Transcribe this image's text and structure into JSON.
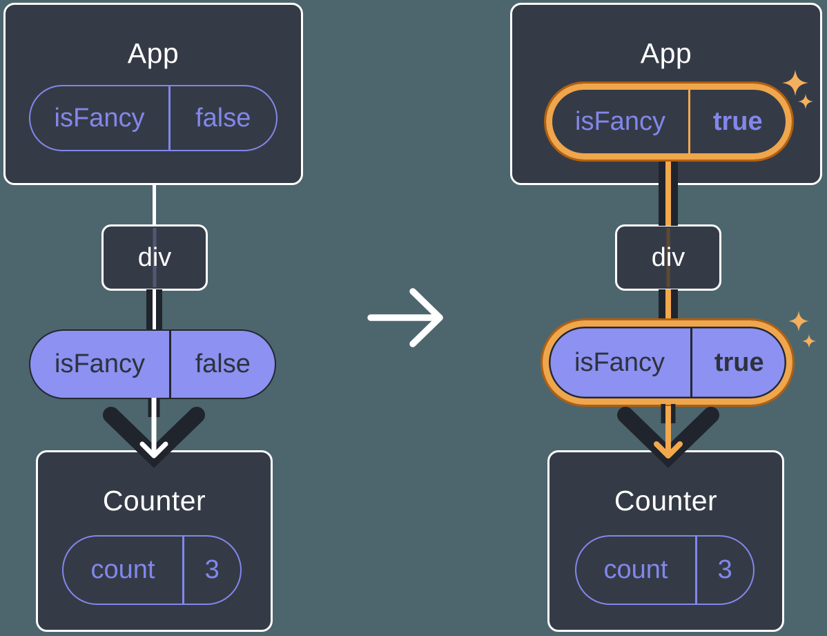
{
  "colors": {
    "background": "#4d666e",
    "component_box_fill": "#353b46",
    "component_box_border": "#ffffff",
    "purple_accent": "#8287ec",
    "purple_pill_fill": "#8c91f2",
    "dark_ink": "#23272f",
    "wire_casing": "#20242c",
    "wire_core_left": "#ffffff",
    "wire_core_right": "#f2a94e",
    "highlight_ring_band": "#efa64c",
    "highlight_ring_outer": "#b2600e",
    "sparkle": "#f3b05f"
  },
  "transition": {
    "icon": "arrow-right"
  },
  "left_tree": {
    "app": {
      "title": "App",
      "prop_pill": {
        "name": "isFancy",
        "value": "false"
      }
    },
    "div_node": {
      "label": "div"
    },
    "passed_prop_pill": {
      "name": "isFancy",
      "value": "false"
    },
    "counter": {
      "title": "Counter",
      "state_pill": {
        "name": "count",
        "value": "3"
      }
    }
  },
  "right_tree": {
    "app": {
      "title": "App",
      "prop_pill": {
        "name": "isFancy",
        "value": "true"
      }
    },
    "div_node": {
      "label": "div"
    },
    "passed_prop_pill": {
      "name": "isFancy",
      "value": "true"
    },
    "counter": {
      "title": "Counter",
      "state_pill": {
        "name": "count",
        "value": "3"
      }
    },
    "highlight": "sparkles"
  }
}
